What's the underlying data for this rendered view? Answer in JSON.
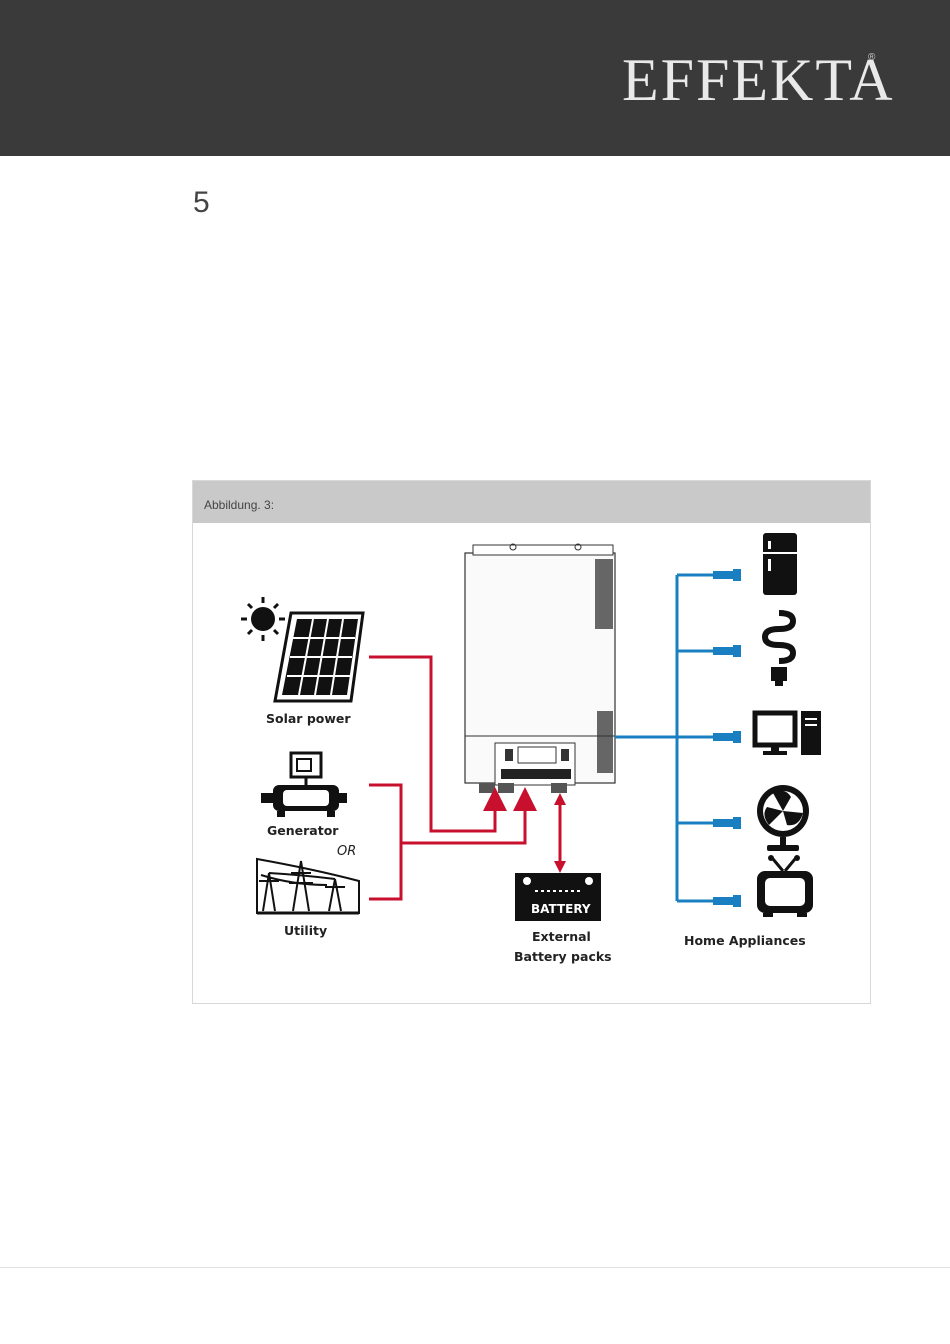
{
  "header": {
    "brand": "EFFEKTA",
    "registered_mark": "®"
  },
  "page": {
    "number": "5"
  },
  "figure": {
    "caption": "Abbildung. 3:",
    "labels": {
      "solar": "Solar power",
      "generator": "Generator",
      "or": "OR",
      "utility": "Utility",
      "battery_front": "BATTERY",
      "battery_line1": "External",
      "battery_line2": "Battery packs",
      "appliances": "Home Appliances"
    },
    "colors": {
      "ac_input": "#c8102e",
      "ac_output": "#1a7fc1"
    }
  }
}
